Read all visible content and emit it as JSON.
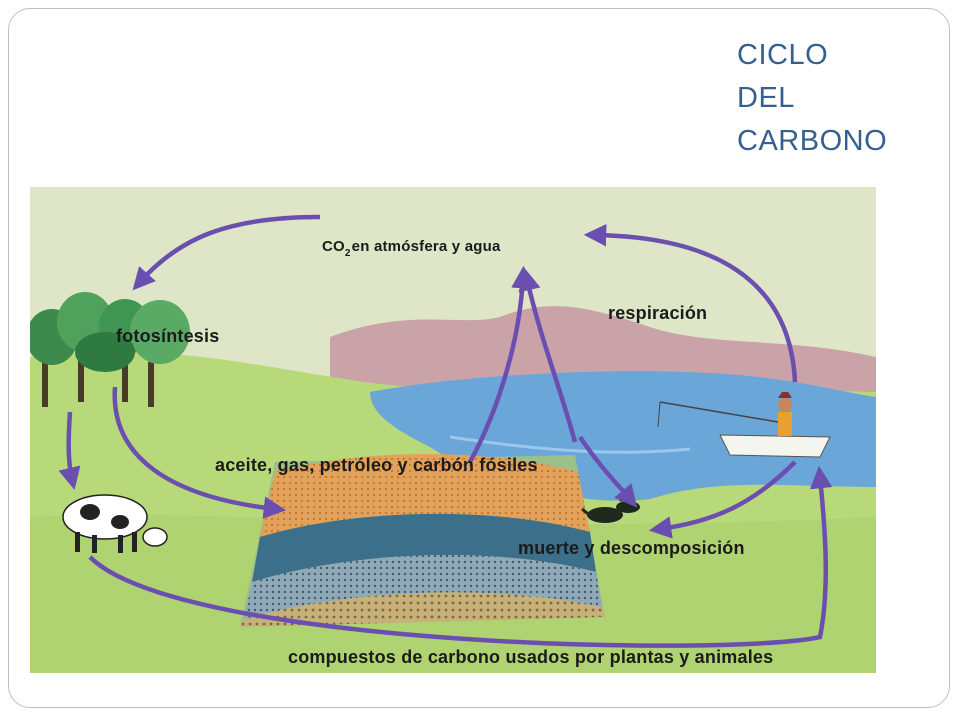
{
  "slide": {
    "title_lines": [
      "CICLO",
      "DEL",
      "CARBONO"
    ]
  },
  "diagram": {
    "co2_prefix": "CO",
    "co2_subscript": "2",
    "co2_rest": "en atmósfera y agua",
    "photosynthesis": "fotosíntesis",
    "respiration": "respiración",
    "fossils": "aceite, gas, petróleo y carbón fósiles",
    "death": "muerte y descomposición",
    "compounds": "compuestos de carbono usados por plantas y animales"
  },
  "colors": {
    "title": "#365f91",
    "arrow": "#6a4fb0",
    "sky": "#dfe6c7",
    "grass": "#b8d97a",
    "water": "#6aa6d8",
    "mountain": "#c9a3a8"
  }
}
